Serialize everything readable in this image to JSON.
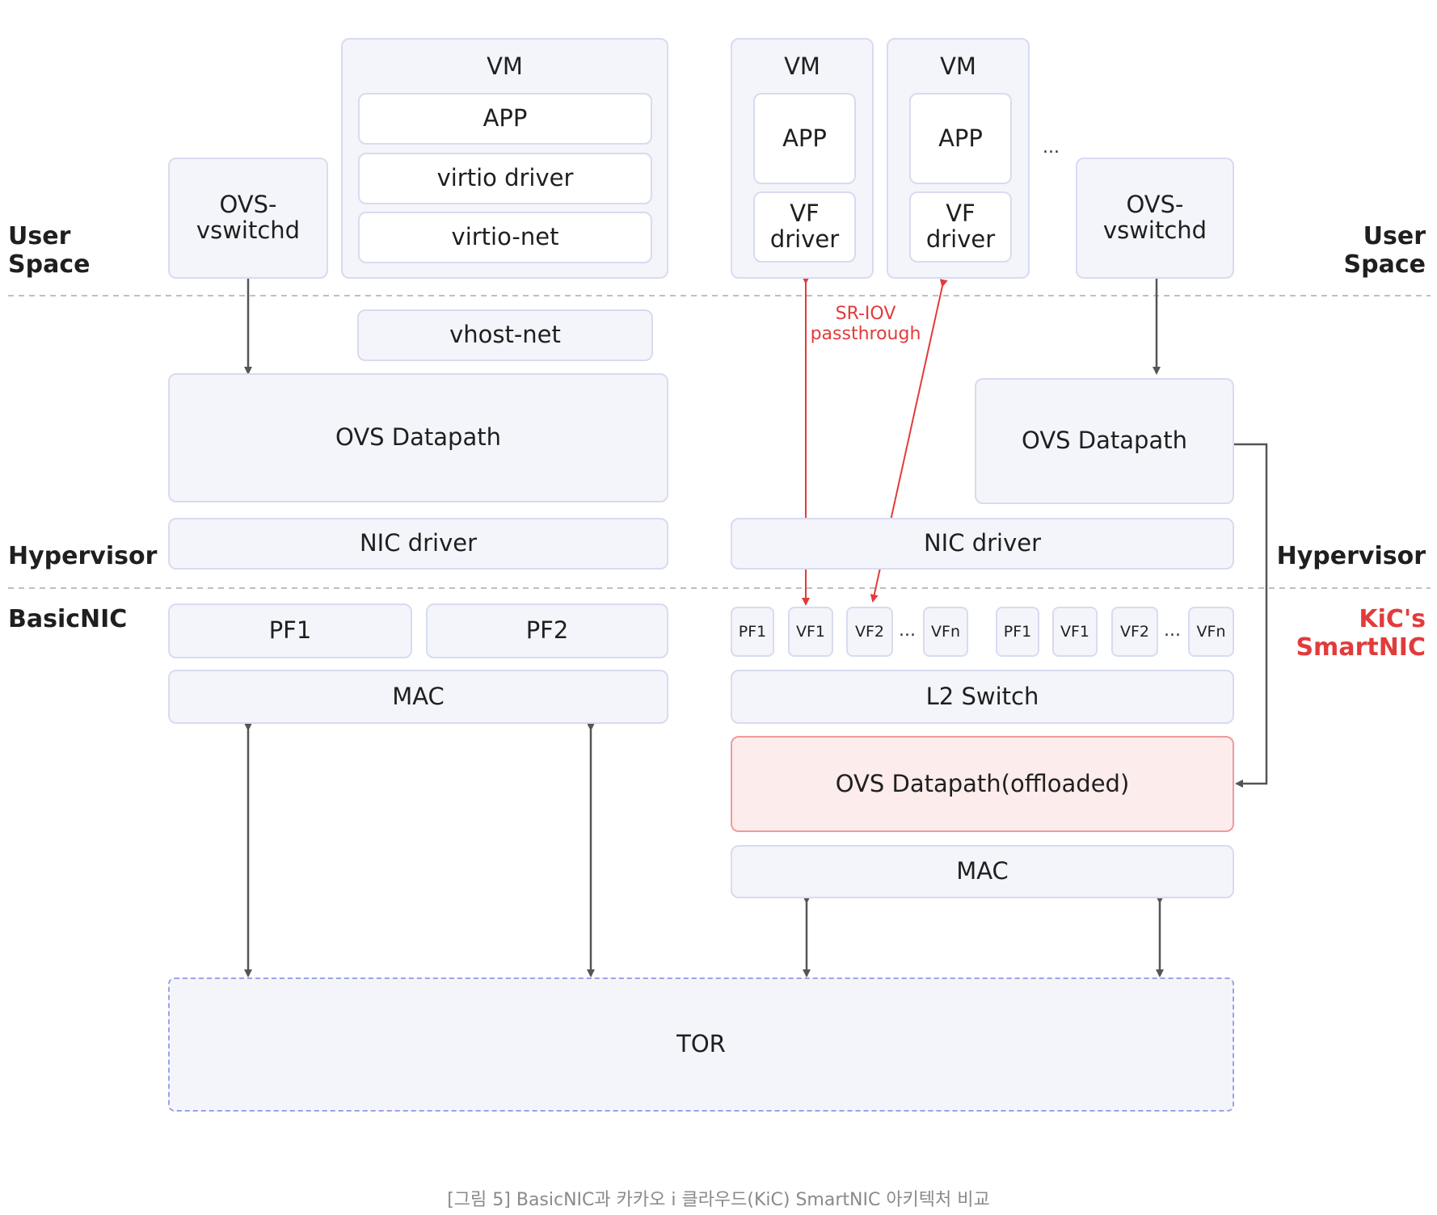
{
  "side_labels": {
    "left_user_space": "User\nSpace",
    "right_user_space": "User\nSpace",
    "left_hypervisor": "Hypervisor",
    "right_hypervisor": "Hypervisor",
    "left_nic": "BasicNIC",
    "right_nic": "KiC's\nSmartNIC"
  },
  "basic": {
    "ovs_vswitchd": "OVS-\nvswitchd",
    "vm_title": "VM",
    "app": "APP",
    "virtio_driver": "virtio driver",
    "virtio_net": "virtio-net",
    "vhost_net": "vhost-net",
    "ovs_datapath": "OVS Datapath",
    "nic_driver": "NIC driver",
    "pf1": "PF1",
    "pf2": "PF2",
    "mac": "MAC"
  },
  "smart": {
    "vm1_title": "VM",
    "vm1_app": "APP",
    "vm1_vf_driver": "VF\ndriver",
    "vm2_title": "VM",
    "vm2_app": "APP",
    "vm2_vf_driver": "VF\ndriver",
    "vm_more": "...",
    "ovs_vswitchd": "OVS-\nvswitchd",
    "sriov_label": "SR-IOV\npassthrough",
    "ovs_datapath": "OVS Datapath",
    "nic_driver": "NIC driver",
    "ports_left": [
      "PF1",
      "VF1",
      "VF2",
      "VFn"
    ],
    "ports_right": [
      "PF1",
      "VF1",
      "VF2",
      "VFn"
    ],
    "port_dots": "...",
    "l2_switch": "L2 Switch",
    "ovs_offloaded": "OVS Datapath(offloaded)",
    "mac": "MAC"
  },
  "tor": "TOR",
  "caption": "[그림 5] BasicNIC과 카카오 i 클라우드(KiC) SmartNIC 아키텍처 비교",
  "colors": {
    "accent_red": "#e23b3b",
    "box_fill": "#f4f5fa",
    "box_border": "#d8dbf0",
    "arrow": "#555555"
  }
}
